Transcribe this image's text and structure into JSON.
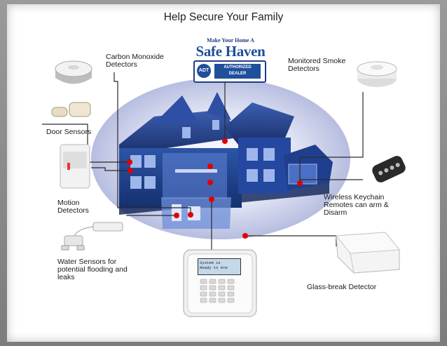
{
  "title": "Help Secure Your Family",
  "badge": {
    "tagline": "Make Your Home A",
    "headline": "Safe Haven",
    "logo": "ADT",
    "authorized": "AUTHORIZED",
    "dealer": "DEALER"
  },
  "keypad_display": {
    "line1": "System is",
    "line2": "Ready to Arm"
  },
  "labels": {
    "carbon_monoxide": "Carbon Monoxide\nDetectors",
    "smoke": "Monitored Smoke\nDetectors",
    "door": "Door Sensors",
    "motion": "Motion\nDetectors",
    "keychain": "Wireless Keychain\nRemotes can arm &\nDisarm",
    "water": "Water Sensors for\npotential flooding and\nleaks",
    "glass": "Glass-break Detector"
  },
  "colors": {
    "accent": "#e00000",
    "house": "#1d3f8a",
    "badge_blue": "#1f4f9b"
  },
  "icons": [
    "co-detector-icon",
    "smoke-detector-icon",
    "door-sensor-icon",
    "motion-detector-icon",
    "keychain-remote-icon",
    "water-sensor-icon",
    "glass-break-icon",
    "keypad-icon",
    "house-illustration"
  ]
}
